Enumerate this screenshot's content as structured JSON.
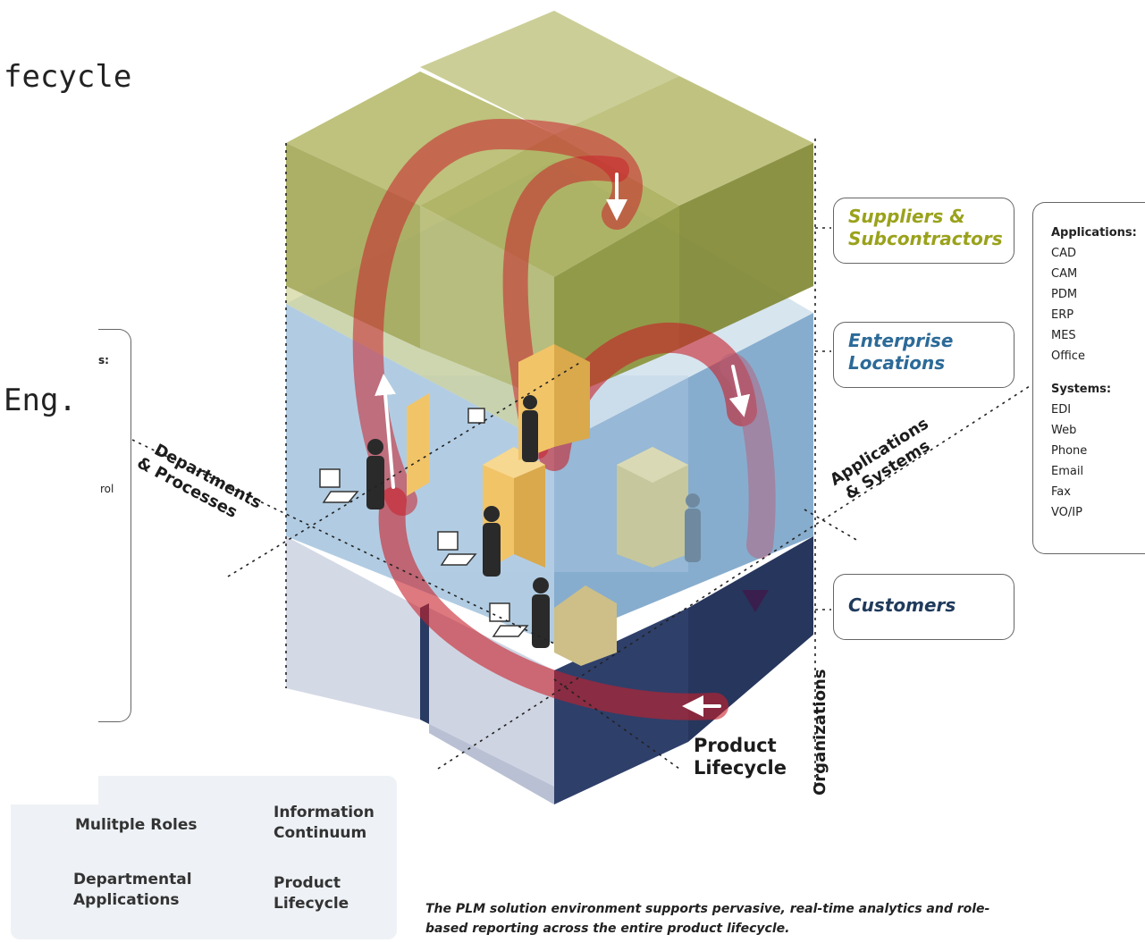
{
  "fragments": {
    "top": "fecycle",
    "mid": "Eng.",
    "box_header": "s:",
    "box_item": "rol"
  },
  "labels": {
    "suppliers_line1": "Suppliers &",
    "suppliers_line2": "Subcontractors",
    "enterprise_line1": "Enterprise",
    "enterprise_line2": "Locations",
    "customers": "Customers"
  },
  "side_box": {
    "applications_header": "Applications:",
    "applications": [
      "CAD",
      "CAM",
      "PDM",
      "ERP",
      "MES",
      "Office"
    ],
    "systems_header": "Systems:",
    "systems": [
      "EDI",
      "Web",
      "Phone",
      "Email",
      "Fax",
      "VO/IP"
    ]
  },
  "axes": {
    "departments_line1": "Departments",
    "departments_line2": "& Processes",
    "applications_line1": "Applications",
    "applications_line2": "& Systems",
    "product_line1": "Product",
    "product_line2": "Lifecycle",
    "organizations": "Organizations"
  },
  "legend": {
    "roles": "Mulitple Roles",
    "info_line1": "Information",
    "info_line2": "Continuum",
    "dept_line1": "Departmental",
    "dept_line2": "Applications",
    "product_line1": "Product",
    "product_line2": "Lifecycle"
  },
  "caption": {
    "line1": "The PLM solution environment supports pervasive, real-time analytics and role-",
    "line2": "based reporting across the entire product lifecycle."
  },
  "colors": {
    "olive": "#9aa21b",
    "enterprise_blue": "#2c6a98",
    "customers_navy": "#1f3a5c",
    "arrow_red": "#c8202a",
    "cube_yellow": "#f0c060",
    "person": "#2a2a2a"
  }
}
